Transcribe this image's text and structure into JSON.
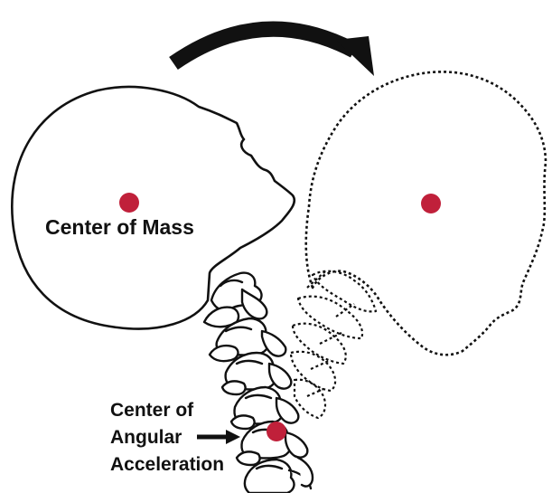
{
  "labels": {
    "center_of_mass": "Center of Mass",
    "center_of_angular_acceleration": [
      "Center of",
      "Angular",
      "Acceleration"
    ]
  },
  "colors": {
    "marker": "#C0203A",
    "outline": "#111111",
    "background": "#ffffff"
  },
  "icons": [
    "curved-rotation-arrow-icon",
    "pointer-arrow-icon"
  ]
}
